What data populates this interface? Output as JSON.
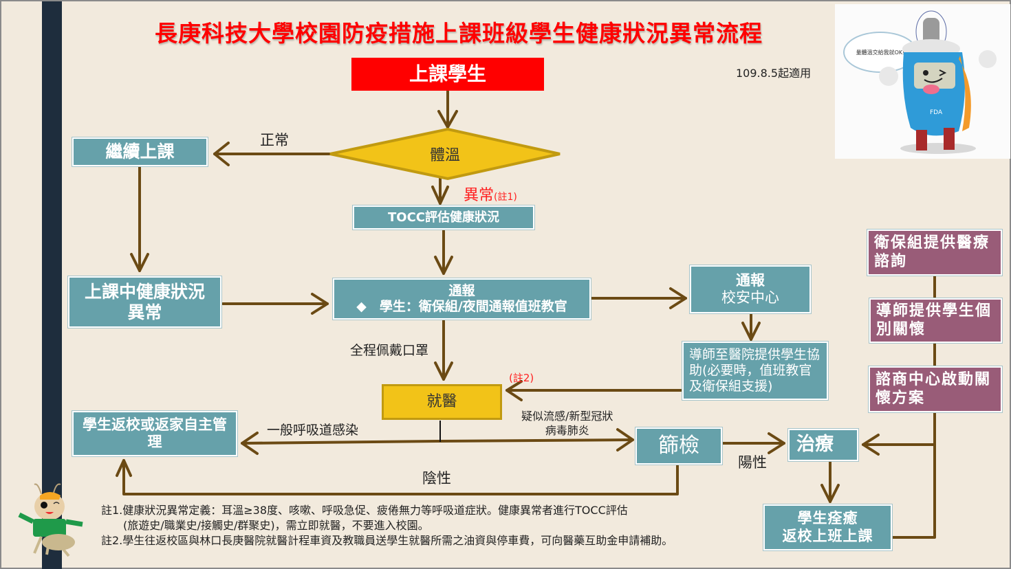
{
  "title": "長庚科技大學校園防疫措施上課班級學生健康狀況異常流程",
  "effective_date": "109.8.5起適用",
  "colors": {
    "title_red": "#ff0000",
    "box_teal": "#66a1aa",
    "box_purple": "#995c78",
    "decision_gold": "#f2c318",
    "arrow_brown": "#6b4a14",
    "background": "#f2eadd",
    "sidebar_navy": "#1e2d3d"
  },
  "nodes": {
    "start": "上課學生",
    "decision": "體溫",
    "continue_class": "繼續上課",
    "tocc": "TOCC評估健康狀況",
    "in_class_abnormal": "上課中健康狀況異常",
    "report_title": "通報",
    "report_detail": "◆　學生：衛保組/夜間通報值班教官",
    "report_security_title": "通報",
    "report_security_detail": "校安中心",
    "mentor_hospital": "導師至醫院提供學生協助(必要時，值班教官及衛保組支援)",
    "medical": "就醫",
    "self_manage": "學生返校或返家自主管理",
    "screening": "篩檢",
    "treatment": "治療",
    "recovered_line1": "學生痊癒",
    "recovered_line2": "返校上班上課"
  },
  "support_boxes": [
    "衛保組提供醫療諮詢",
    "導師提供學生個別關懷",
    "諮商中心啟動關懷方案"
  ],
  "edge_labels": {
    "normal": "正常",
    "abnormal": "異常",
    "abnormal_note": "(註1)",
    "mask": "全程佩戴口罩",
    "note2": "(註2)",
    "general_respiratory": "一般呼吸道感染",
    "suspected_line1": "疑似流感/新型冠狀",
    "suspected_line2": "病毒肺炎",
    "negative": "陰性",
    "positive": "陽性"
  },
  "notes": {
    "note1_line1": "註1.健康狀況異常定義：耳溫≥38度、咳嗽、呼吸急促、疲倦無力等呼吸道症狀。健康異常者進行TOCC評估",
    "note1_line2": "(旅遊史/職業史/接觸史/群聚史)，需立即就醫，不要進入校園。",
    "note2": "註2.學生往返校區與林口長庚醫院就醫計程車資及教職員送學生就醫所需之油資與停車費，可向醫藥互助金申請補助。"
  },
  "mascot": {
    "speech_bubble": "量體溫交給我就OK!",
    "badge": "FDA"
  }
}
